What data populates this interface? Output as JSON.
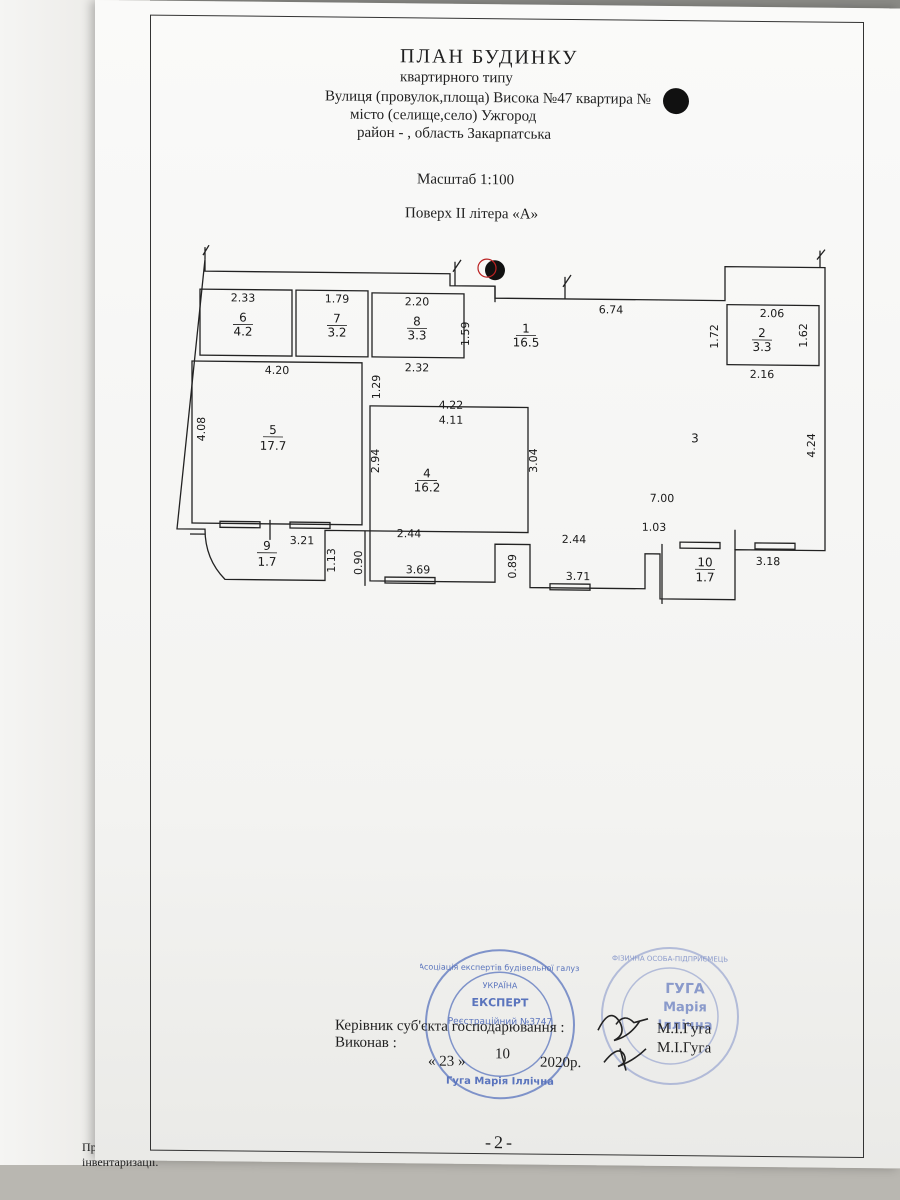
{
  "document": {
    "title": "ПЛАН   БУДИНКУ",
    "subtitle": "квартирного типу",
    "address_street": "Вулиця (провулок,площа) Висока  №47 квартира №",
    "address_city": "місто (селище,село) Ужгород",
    "address_region": "район  - ,      область  Закарпатська",
    "scale": "Масштаб 1:100",
    "floor": "Поверх II літера «А»",
    "page_number": "-2-"
  },
  "plan": {
    "rooms": [
      {
        "number": "1",
        "area": "16.5"
      },
      {
        "number": "2",
        "area": "3.3"
      },
      {
        "number": "3",
        "area": ""
      },
      {
        "number": "4",
        "area": "16.2"
      },
      {
        "number": "5",
        "area": "17.7"
      },
      {
        "number": "6",
        "area": "4.2"
      },
      {
        "number": "7",
        "area": "3.2"
      },
      {
        "number": "8",
        "area": "3.3"
      },
      {
        "number": "9",
        "area": "1.7"
      },
      {
        "number": "10",
        "area": "1.7"
      }
    ],
    "dimensions": [
      "2.33",
      "1.79",
      "2.20",
      "6.74",
      "2.06",
      "1.59",
      "1.72",
      "1.62",
      "4.20",
      "1.29",
      "2.32",
      "2.16",
      "4.22",
      "4.11",
      "4.08",
      "2.94",
      "3.04",
      "4.24",
      "7.00",
      "1.03",
      "2.44",
      "2.44",
      "3.21",
      "1.13",
      "0.90",
      "3.69",
      "0.89",
      "3.71",
      "3.18"
    ]
  },
  "signatures": {
    "head_role": "Керівник суб'єкта господарювання :",
    "head_name": "М.І.Гуга",
    "executor_role": "Виконав :",
    "executor_name": "М.І.Гуга",
    "date_day": "« 23 »",
    "date_month": "10",
    "date_year": "2020р."
  },
  "stamps": {
    "left_stamp_text": [
      "Асоціація експертів будівельної галузі",
      "ЕКСПЕРТ",
      "Реєстраційний №3747",
      "Гуга Марія Іллічна",
      "УКРАЇНА"
    ],
    "right_stamp_text": [
      "ГУГА",
      "Марія",
      "Іллічна",
      "ФІЗИЧНА ОСОБА-ПІДПРИЄМЕЦЬ"
    ]
  },
  "underlying_page": {
    "note_line1": "Примітка: Дані  техн",
    "note_line2": "інвентаризації."
  },
  "colors": {
    "ink": "#1f1f1f",
    "stamp": "#5570b8",
    "paper": "#f7f7f5"
  }
}
